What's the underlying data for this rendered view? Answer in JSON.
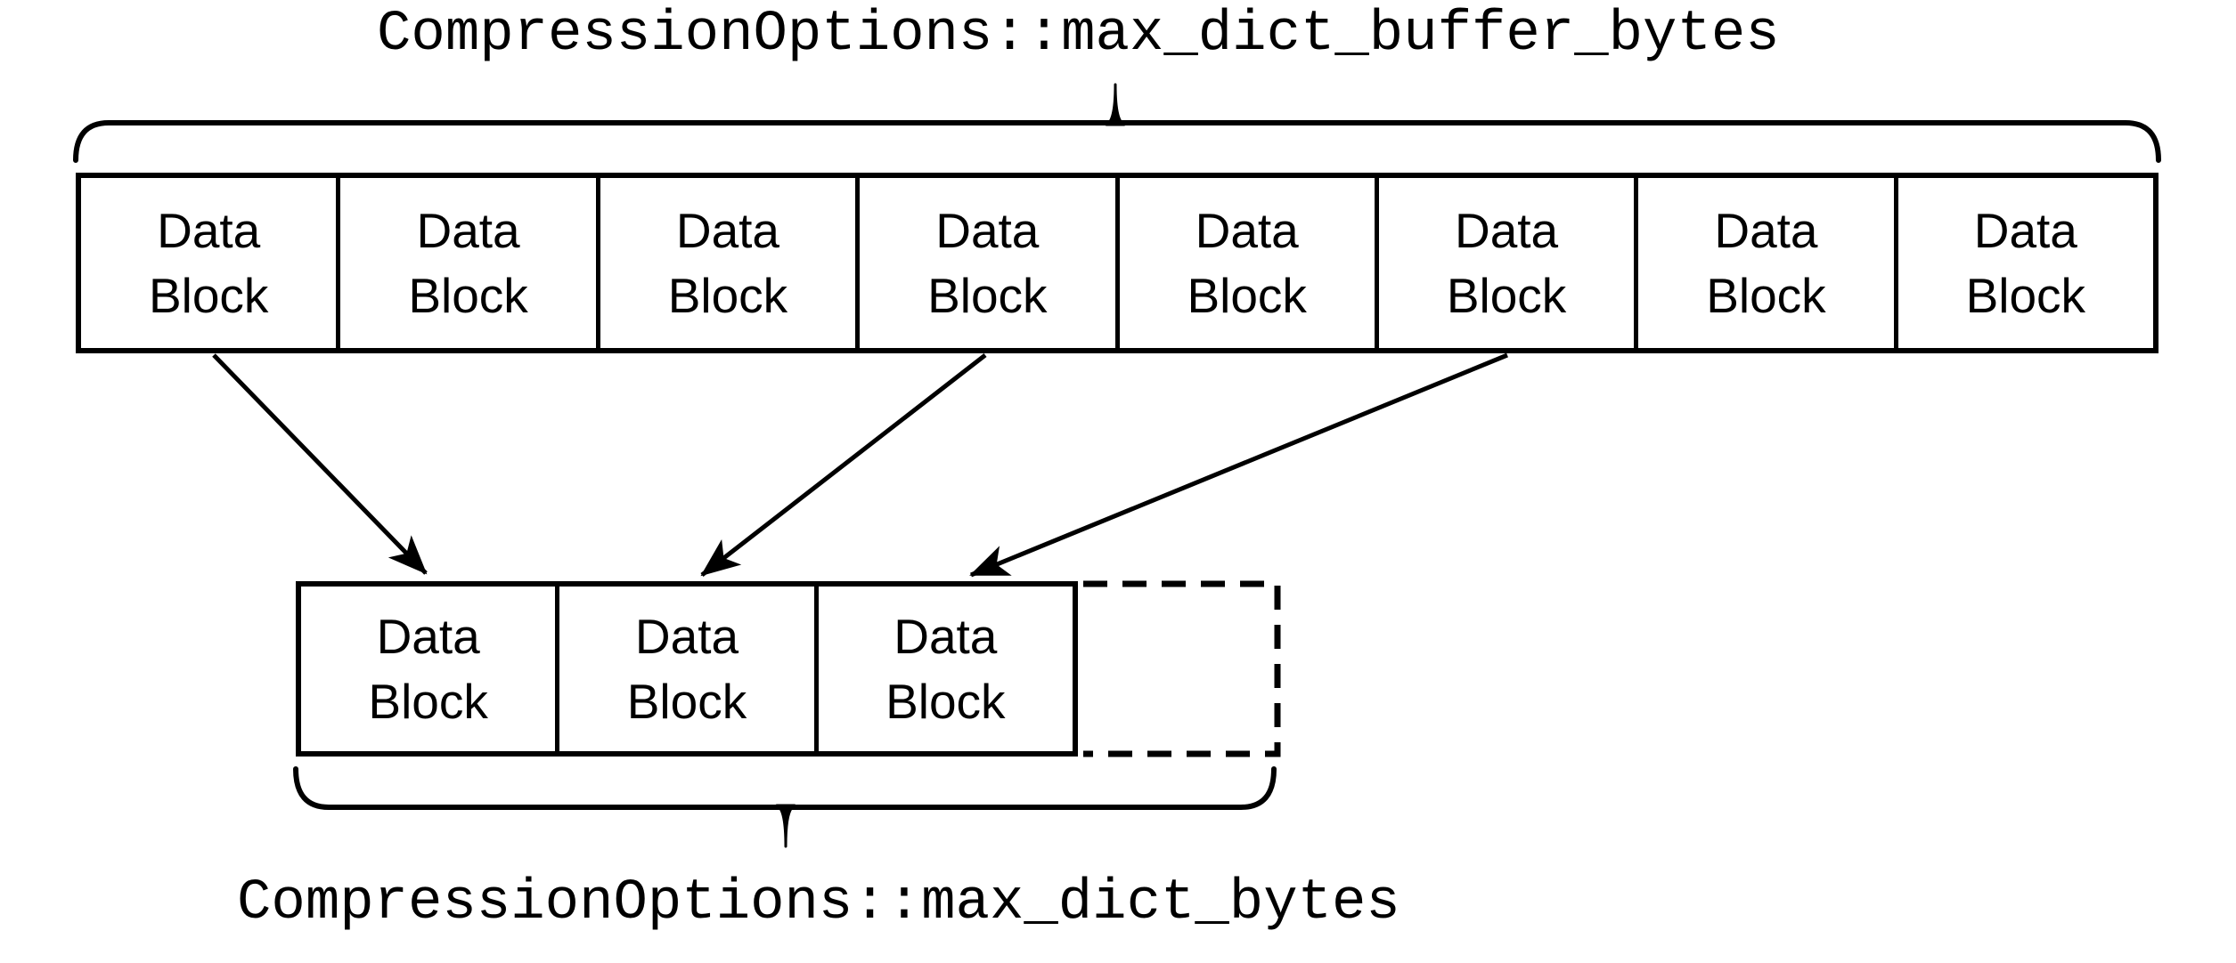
{
  "labels": {
    "top": "CompressionOptions::max_dict_buffer_bytes",
    "bottom": "CompressionOptions::max_dict_bytes"
  },
  "block": {
    "line1": "Data",
    "line2": "Block"
  },
  "rows": {
    "top_block_count": 8,
    "bottom_block_count": 3,
    "bottom_dashed_slot_count": 1
  },
  "arrows": {
    "count": 3,
    "from_top_blocks": [
      1,
      4,
      6
    ],
    "to_bottom_blocks": [
      1,
      2,
      3
    ]
  },
  "colors": {
    "ink": "#000000",
    "background": "#ffffff"
  }
}
